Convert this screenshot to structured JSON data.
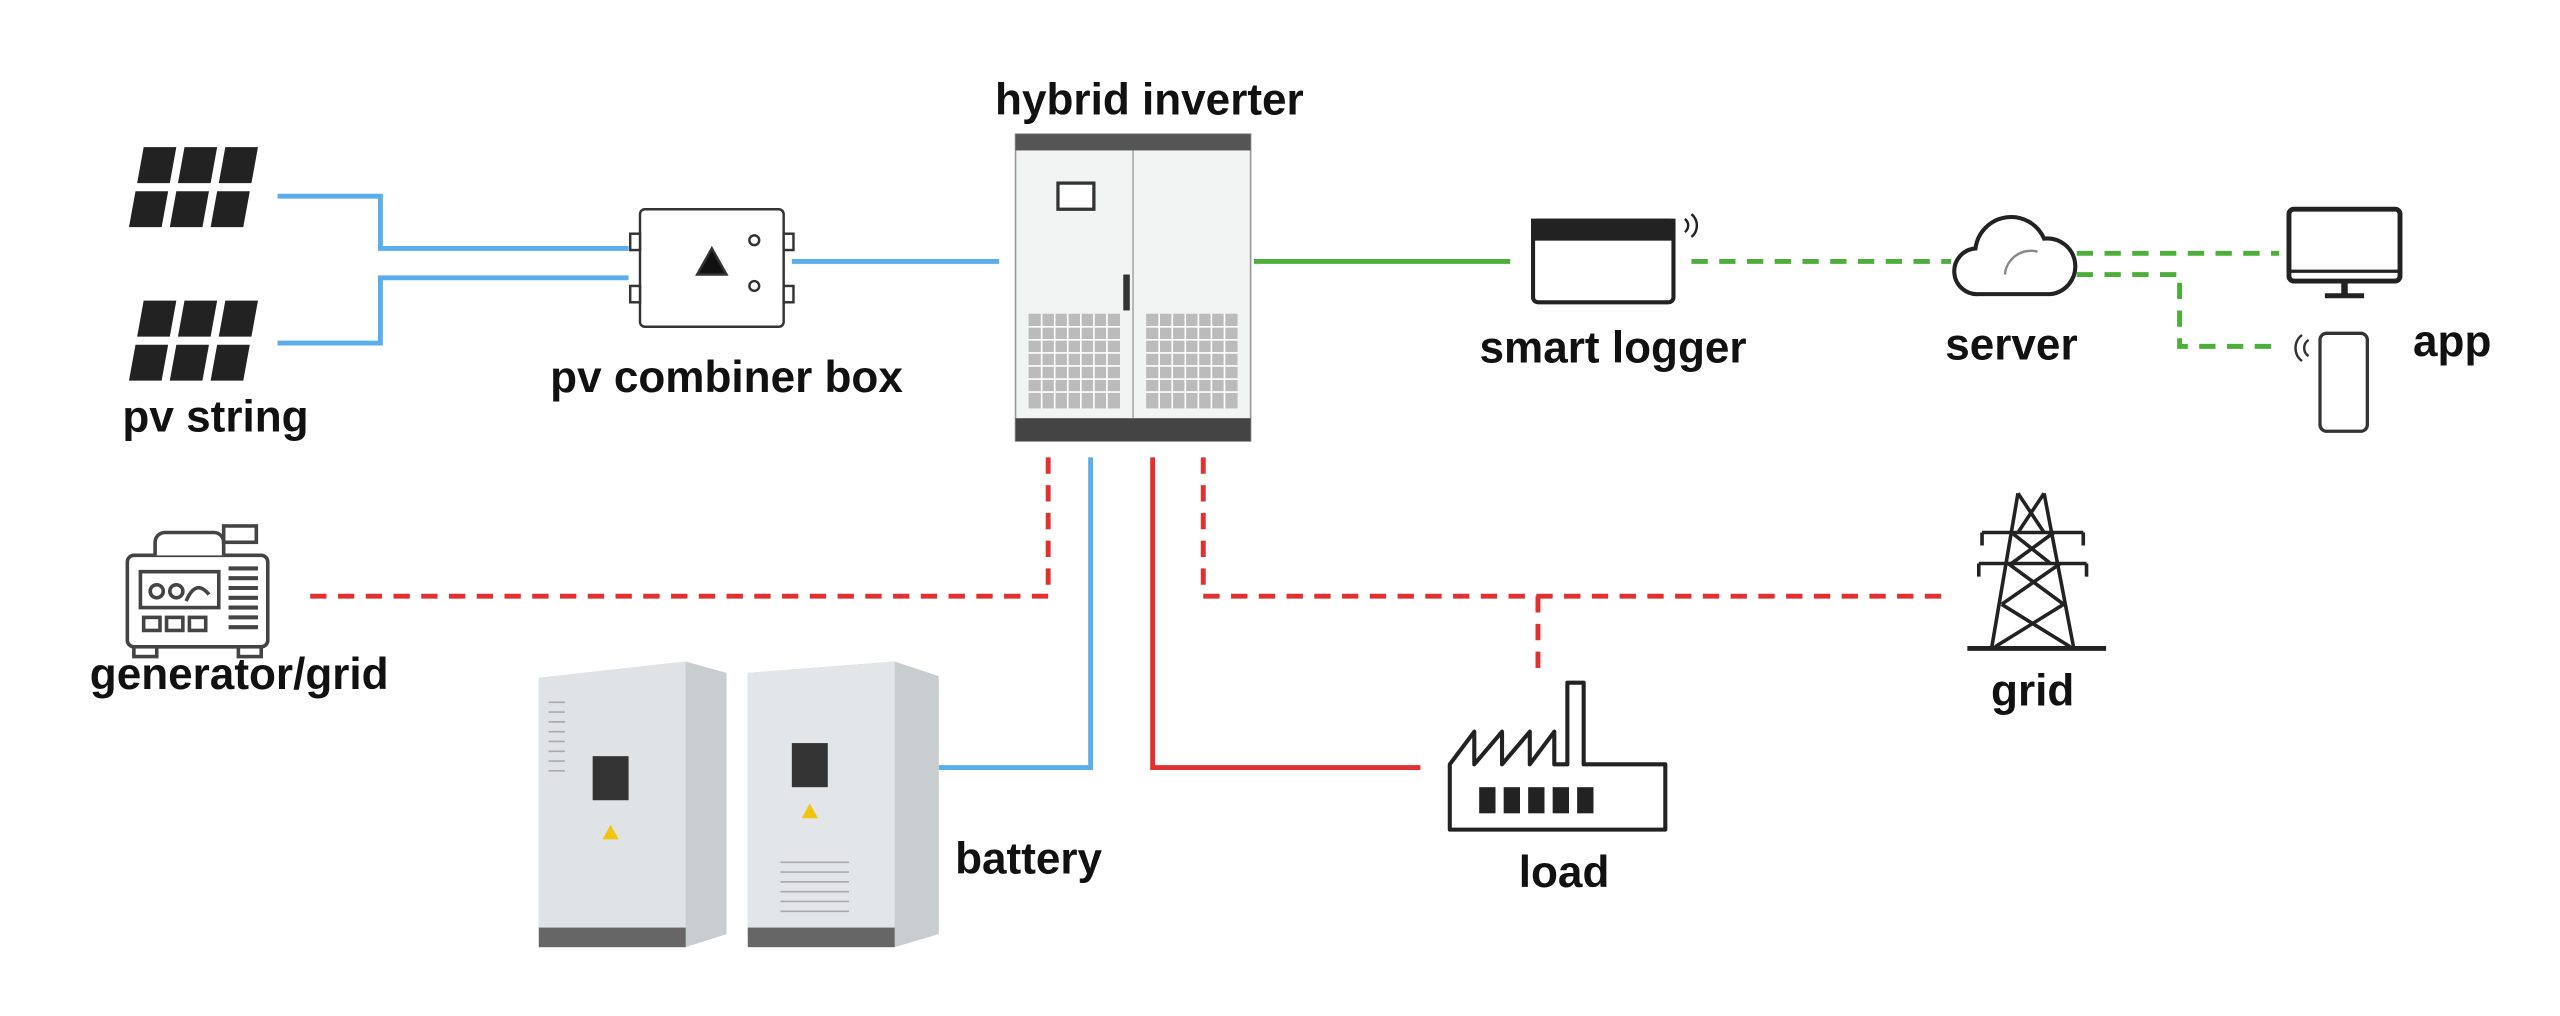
{
  "labels": {
    "pv_string": "pv string",
    "pv_combiner_box": "pv combiner box",
    "hybrid_inverter": "hybrid inverter",
    "smart_logger": "smart logger",
    "server": "server",
    "app": "app",
    "generator_grid": "generator/grid",
    "battery": "battery",
    "load": "load",
    "grid": "grid"
  },
  "colors": {
    "dc_line": "#5aaeea",
    "comm_line": "#4caf3a",
    "ac_line": "#e03030"
  },
  "icons": [
    "solar-panel-icon",
    "combiner-box-icon",
    "inverter-cabinet",
    "logger-icon",
    "cloud-icon",
    "monitor-icon",
    "phone-icon",
    "generator-icon",
    "battery-cabinet",
    "factory-icon",
    "power-tower-icon"
  ]
}
